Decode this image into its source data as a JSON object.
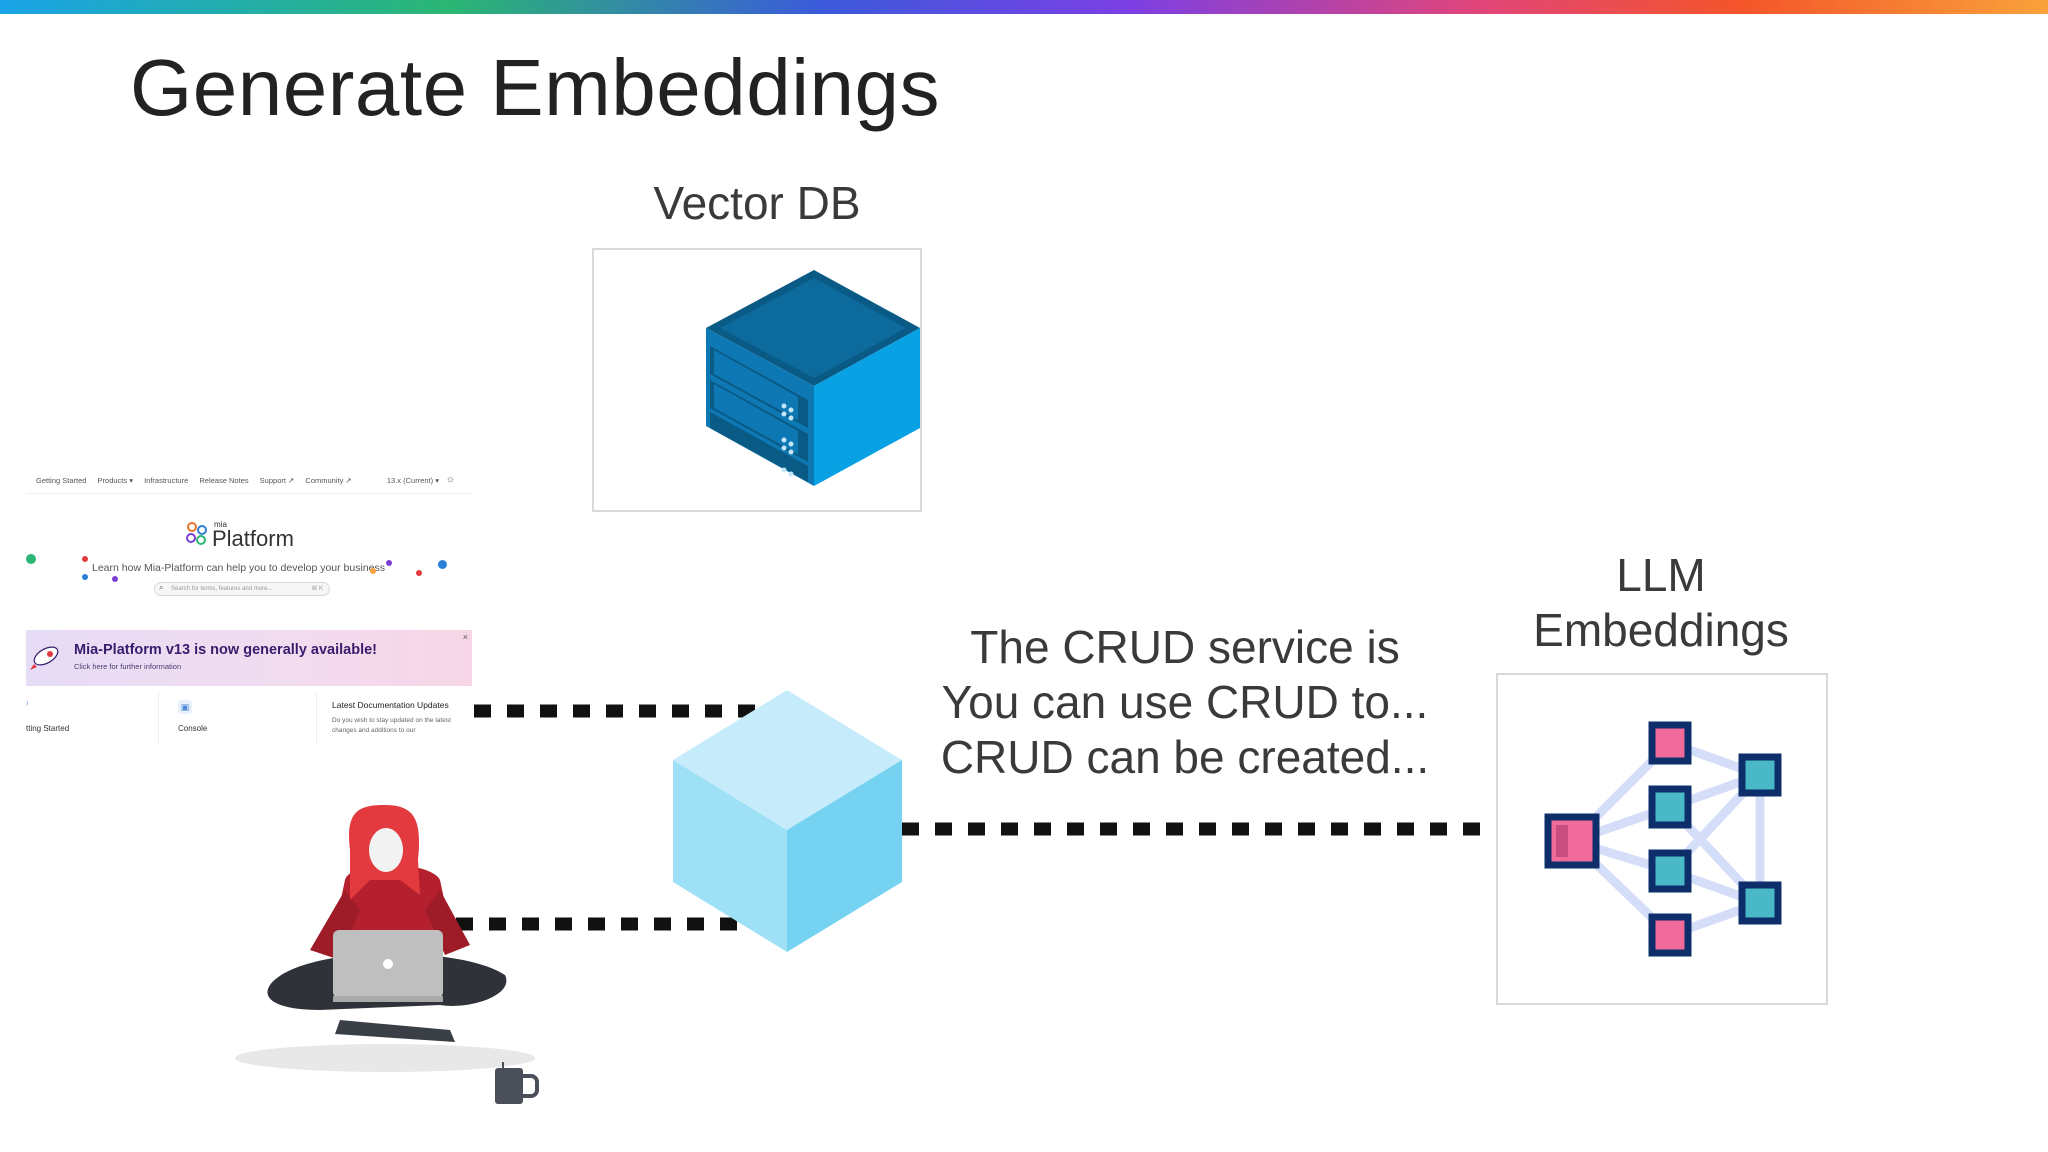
{
  "slide": {
    "title": "Generate Embeddings"
  },
  "vector_db": {
    "label": "Vector DB"
  },
  "llm": {
    "label_line1": "LLM",
    "label_line2": "Embeddings"
  },
  "crud": {
    "line1": "The CRUD service is",
    "line2": "You can use CRUD to...",
    "line3": "CRUD can be created..."
  },
  "website": {
    "nav": [
      "Getting Started",
      "Products ▾",
      "Infrastructure",
      "Release Notes",
      "Support ↗",
      "Community ↗"
    ],
    "version": "13.x (Current) ▾",
    "logo_small": "mia",
    "logo": "Platform",
    "tagline": "Learn how Mia-Platform can help you to develop your business",
    "search_placeholder": "Search for terms, features and more...",
    "search_shortcut": "⌘ K",
    "banner_title": "Mia-Platform v13 is now generally available!",
    "banner_sub": "Click here for further information",
    "banner_close": "×",
    "card1_label": "tting Started",
    "card2_label": "Console",
    "card3_title": "Latest Documentation Updates",
    "card3_body": "Do you wish to stay updated on the latest changes and additions to our"
  },
  "colors": {
    "server_dark": "#0a5a86",
    "server_mid": "#0d78b4",
    "server_light": "#08a2e4",
    "crud_cube_top": "#c6ecfb",
    "crud_cube_left": "#9ee1f6",
    "crud_cube_right": "#76d2f1",
    "llm_node_border": "#0d2d6b",
    "llm_node_pink": "#f06a9a",
    "llm_node_teal": "#49b9c7",
    "llm_edge": "#d5def8",
    "person_shirt": "#b5202e",
    "person_hair": "#e23a3f",
    "person_legs": "#2f3238",
    "laptop": "#bfbfbf"
  },
  "icons": [
    "server-stack-icon",
    "crud-cube-icon",
    "neural-network-icon",
    "person-laptop-illustration",
    "coffee-mug-icon"
  ]
}
